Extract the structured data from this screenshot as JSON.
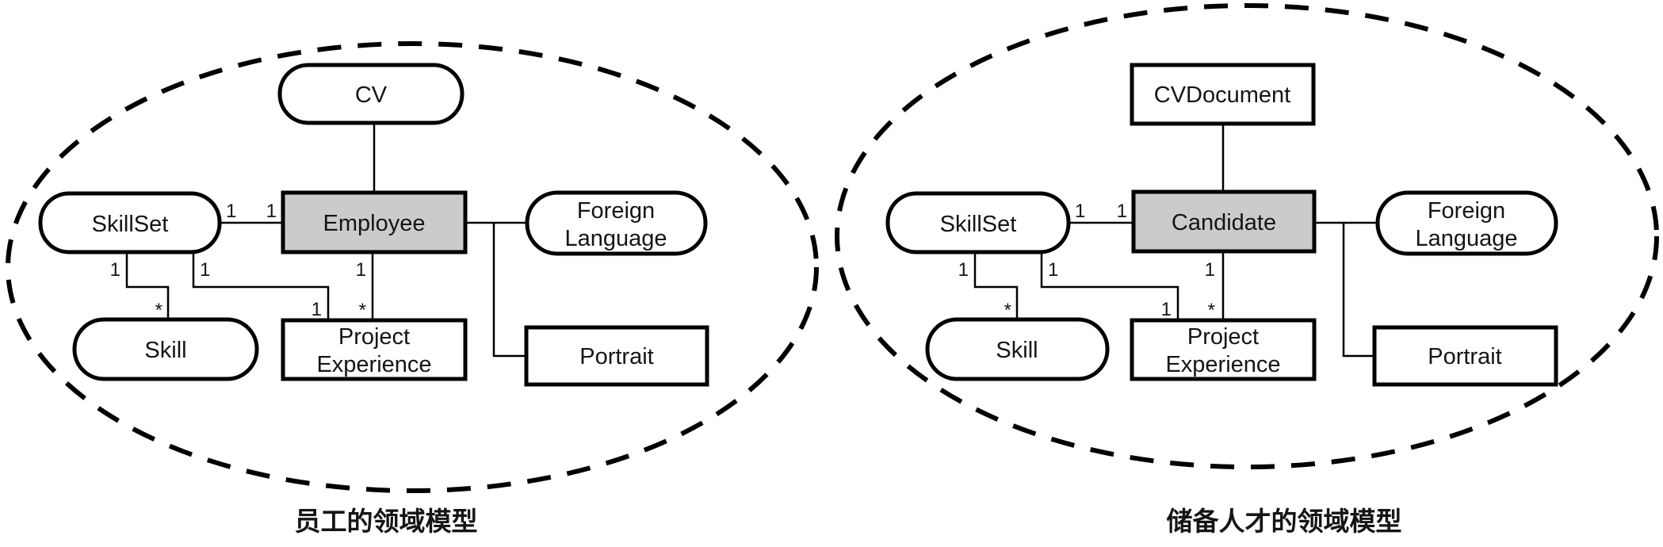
{
  "colors": {
    "stroke": "#000000",
    "entity_fill": "#cbcbcb",
    "node_fill": "#ffffff",
    "background": "#ffffff"
  },
  "diagrams": [
    {
      "id": "employee-domain-model",
      "caption": "员工的领域模型",
      "nodes": {
        "cv": {
          "label": "CV"
        },
        "skillset": {
          "label": "SkillSet"
        },
        "center": {
          "label": "Employee"
        },
        "foreign_language": {
          "line1": "Foreign",
          "line2": "Language"
        },
        "skill": {
          "label": "Skill"
        },
        "project_experience": {
          "line1": "Project",
          "line2": "Experience"
        },
        "portrait": {
          "label": "Portrait"
        }
      },
      "multiplicities": {
        "skillset_center_near_skillset": "1",
        "skillset_center_near_center": "1",
        "skillset_skill_near_skillset": "1",
        "skillset_skill_near_skill": "*",
        "skillset_project_near_skillset": "1",
        "skillset_project_near_project": "1",
        "center_project_near_center": "1",
        "center_project_near_project": "*"
      }
    },
    {
      "id": "candidate-domain-model",
      "caption": "储备人才的领域模型",
      "nodes": {
        "cv": {
          "label": "CVDocument"
        },
        "skillset": {
          "label": "SkillSet"
        },
        "center": {
          "label": "Candidate"
        },
        "foreign_language": {
          "line1": "Foreign",
          "line2": "Language"
        },
        "skill": {
          "label": "Skill"
        },
        "project_experience": {
          "line1": "Project",
          "line2": "Experience"
        },
        "portrait": {
          "label": "Portrait"
        }
      },
      "multiplicities": {
        "skillset_center_near_skillset": "1",
        "skillset_center_near_center": "1",
        "skillset_skill_near_skillset": "1",
        "skillset_skill_near_skill": "*",
        "skillset_project_near_skillset": "1",
        "skillset_project_near_project": "1",
        "center_project_near_center": "1",
        "center_project_near_project": "*"
      }
    }
  ]
}
